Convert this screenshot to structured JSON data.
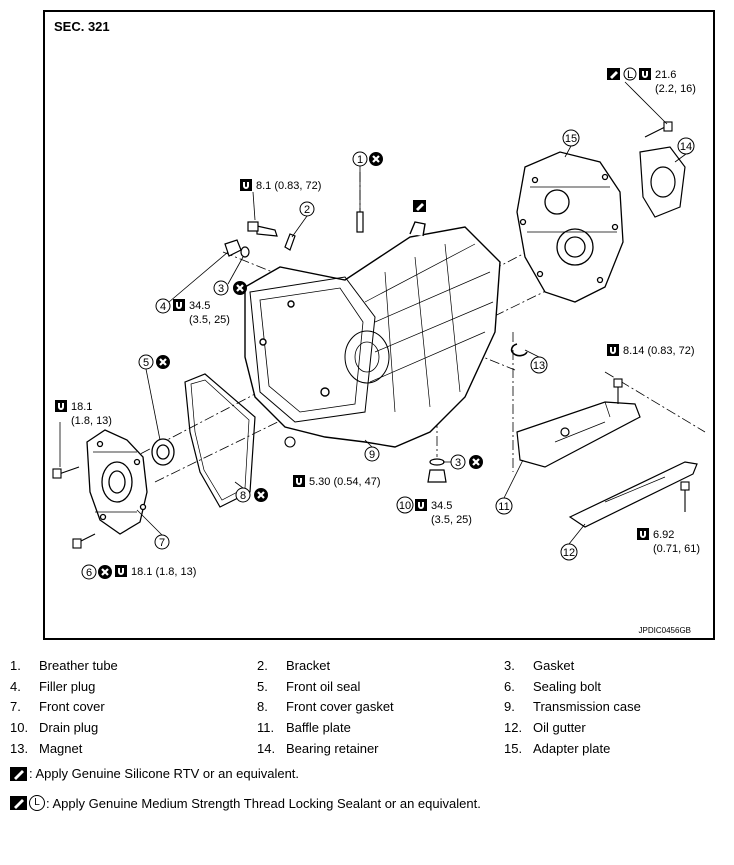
{
  "diagram": {
    "section": "SEC. 321",
    "figure_code": "JPDIC0456GB",
    "callouts": {
      "c1": "1",
      "c2": "2",
      "c3a": "3",
      "c3b": "3",
      "c4": "4",
      "c5": "5",
      "c6": "6",
      "c7": "7",
      "c8": "8",
      "c9": "9",
      "c10": "10",
      "c11": "11",
      "c12": "12",
      "c13": "13",
      "c14": "14",
      "c15": "15"
    },
    "torques": {
      "t_adapter_top": "21.6",
      "t_adapter_top_b": "(2.2, 16)",
      "t_bracket": "8.1 (0.83, 72)",
      "t_filler": "34.5",
      "t_filler_b": "(3.5, 25)",
      "t_front_left": "18.1",
      "t_front_left_b": "(1.8, 13)",
      "t_front_seal": "5.30 (0.54, 47)",
      "t_drain": "34.5",
      "t_drain_b": "(3.5, 25)",
      "t_baffle": "8.14 (0.83, 72)",
      "t_gutter": "6.92",
      "t_gutter_b": "(0.71, 61)",
      "t_sealing_bolt": "18.1 (1.8, 13)"
    }
  },
  "legend": {
    "items": [
      {
        "num": "1.",
        "label": "Breather tube"
      },
      {
        "num": "2.",
        "label": "Bracket"
      },
      {
        "num": "3.",
        "label": "Gasket"
      },
      {
        "num": "4.",
        "label": "Filler plug"
      },
      {
        "num": "5.",
        "label": "Front oil seal"
      },
      {
        "num": "6.",
        "label": "Sealing bolt"
      },
      {
        "num": "7.",
        "label": "Front cover"
      },
      {
        "num": "8.",
        "label": "Front cover gasket"
      },
      {
        "num": "9.",
        "label": "Transmission case"
      },
      {
        "num": "10.",
        "label": "Drain plug"
      },
      {
        "num": "11.",
        "label": "Baffle plate"
      },
      {
        "num": "12.",
        "label": "Oil gutter"
      },
      {
        "num": "13.",
        "label": "Magnet"
      },
      {
        "num": "14.",
        "label": "Bearing retainer"
      },
      {
        "num": "15.",
        "label": "Adapter plate"
      }
    ]
  },
  "notes": {
    "rtv": ": Apply Genuine Silicone RTV or an equivalent.",
    "locking": ": Apply Genuine Medium Strength Thread Locking Sealant or an equivalent.",
    "locking_symbol": "L"
  }
}
